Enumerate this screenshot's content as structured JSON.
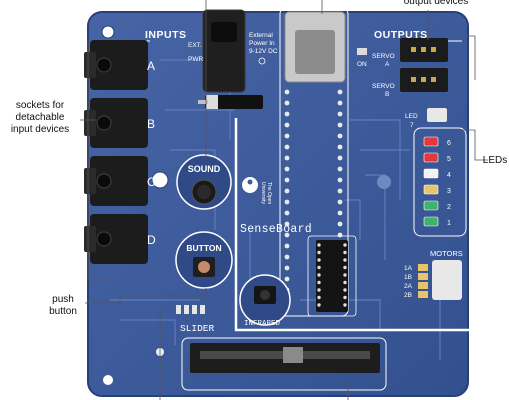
{
  "callouts": {
    "output_devices": "output devices",
    "sockets": [
      "sockets for",
      "detachable",
      "input devices"
    ],
    "leds": "LEDs",
    "push_button": [
      "push",
      "button"
    ]
  },
  "board": {
    "name": "SenseBoard",
    "inputs_label": "INPUTS",
    "outputs_label": "OUTPUTS",
    "input_sockets": [
      "A",
      "B",
      "C",
      "D"
    ],
    "ext_pwr": [
      "EXT.",
      "PWR"
    ],
    "external_power": [
      "External",
      "Power In",
      "9-12V DC"
    ],
    "on_label": "ON",
    "servo_labels": [
      "SERVO",
      "SERVO"
    ],
    "servo_sub": [
      "A",
      "B"
    ],
    "led7": [
      "LED",
      "7"
    ],
    "led_numbers": [
      "6",
      "5",
      "4",
      "3",
      "2",
      "1"
    ],
    "sound_label": "SOUND",
    "button_label": "BUTTON",
    "infrared_label": "INFRARED",
    "slider_label": "SLIDER",
    "motors_label": "MOTORS",
    "motor_pins": [
      "1A",
      "1B",
      "2A",
      "2B"
    ],
    "ou_text": [
      "The Open",
      "University"
    ]
  },
  "colors": {
    "board": "#3d5a99",
    "board_dark": "#2c4580",
    "trace": "#5a78b8",
    "silk": "#ffffff",
    "socket": "#1c1c1c",
    "header_gold": "#c9a94a",
    "led_red": "#e23a3a",
    "led_white": "#f2f2f2",
    "led_amber": "#e8c36a",
    "led_green": "#3fb36b"
  }
}
